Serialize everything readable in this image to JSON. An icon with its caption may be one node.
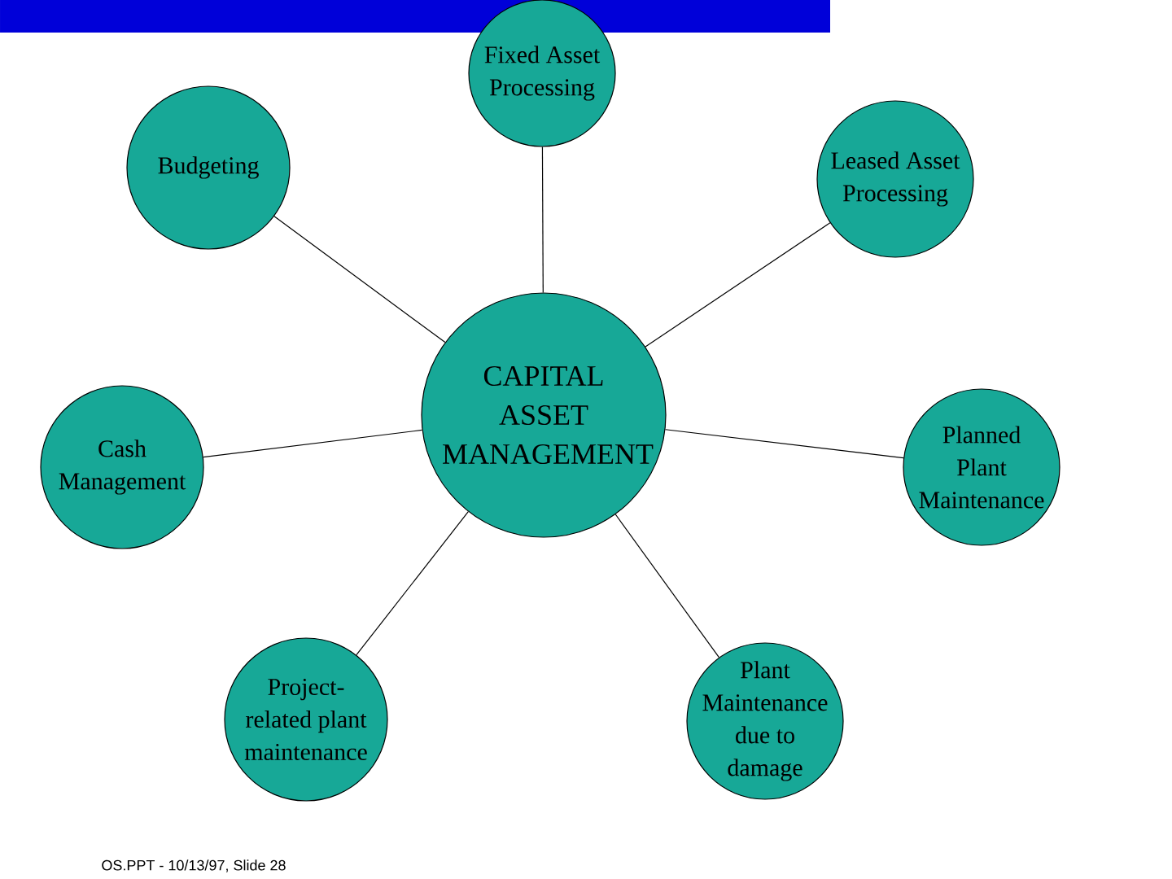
{
  "diagram": {
    "nodes": [
      {
        "text": [
          "CAPITAL ASSET MANAGEMENT"
        ]
      },
      {
        "text": [
          "Fixed Asset Processing"
        ]
      },
      {
        "text": [
          "Budgeting"
        ]
      },
      {
        "text": [
          "Leased Asset Processing"
        ]
      },
      {
        "text": [
          "Cash Management"
        ]
      },
      {
        "text": [
          "Planned Plant Maintenance"
        ]
      },
      {
        "text": [
          "Project-related plant maintenance"
        ]
      },
      {
        "text": [
          "Plant Maintenance due to damage"
        ]
      }
    ],
    "edges": [
      {
        "from": 0,
        "to": 1,
        "arrow": "none"
      },
      {
        "from": 0,
        "to": 2,
        "arrow": "none"
      },
      {
        "from": 0,
        "to": 3,
        "arrow": "none"
      },
      {
        "from": 0,
        "to": 4,
        "arrow": "none"
      },
      {
        "from": 0,
        "to": 5,
        "arrow": "none"
      },
      {
        "from": 0,
        "to": 6,
        "arrow": "none"
      },
      {
        "from": 0,
        "to": 7,
        "arrow": "none"
      }
    ],
    "labels": [
      "OS.PPT - 10/13/97, Slide 28"
    ]
  }
}
